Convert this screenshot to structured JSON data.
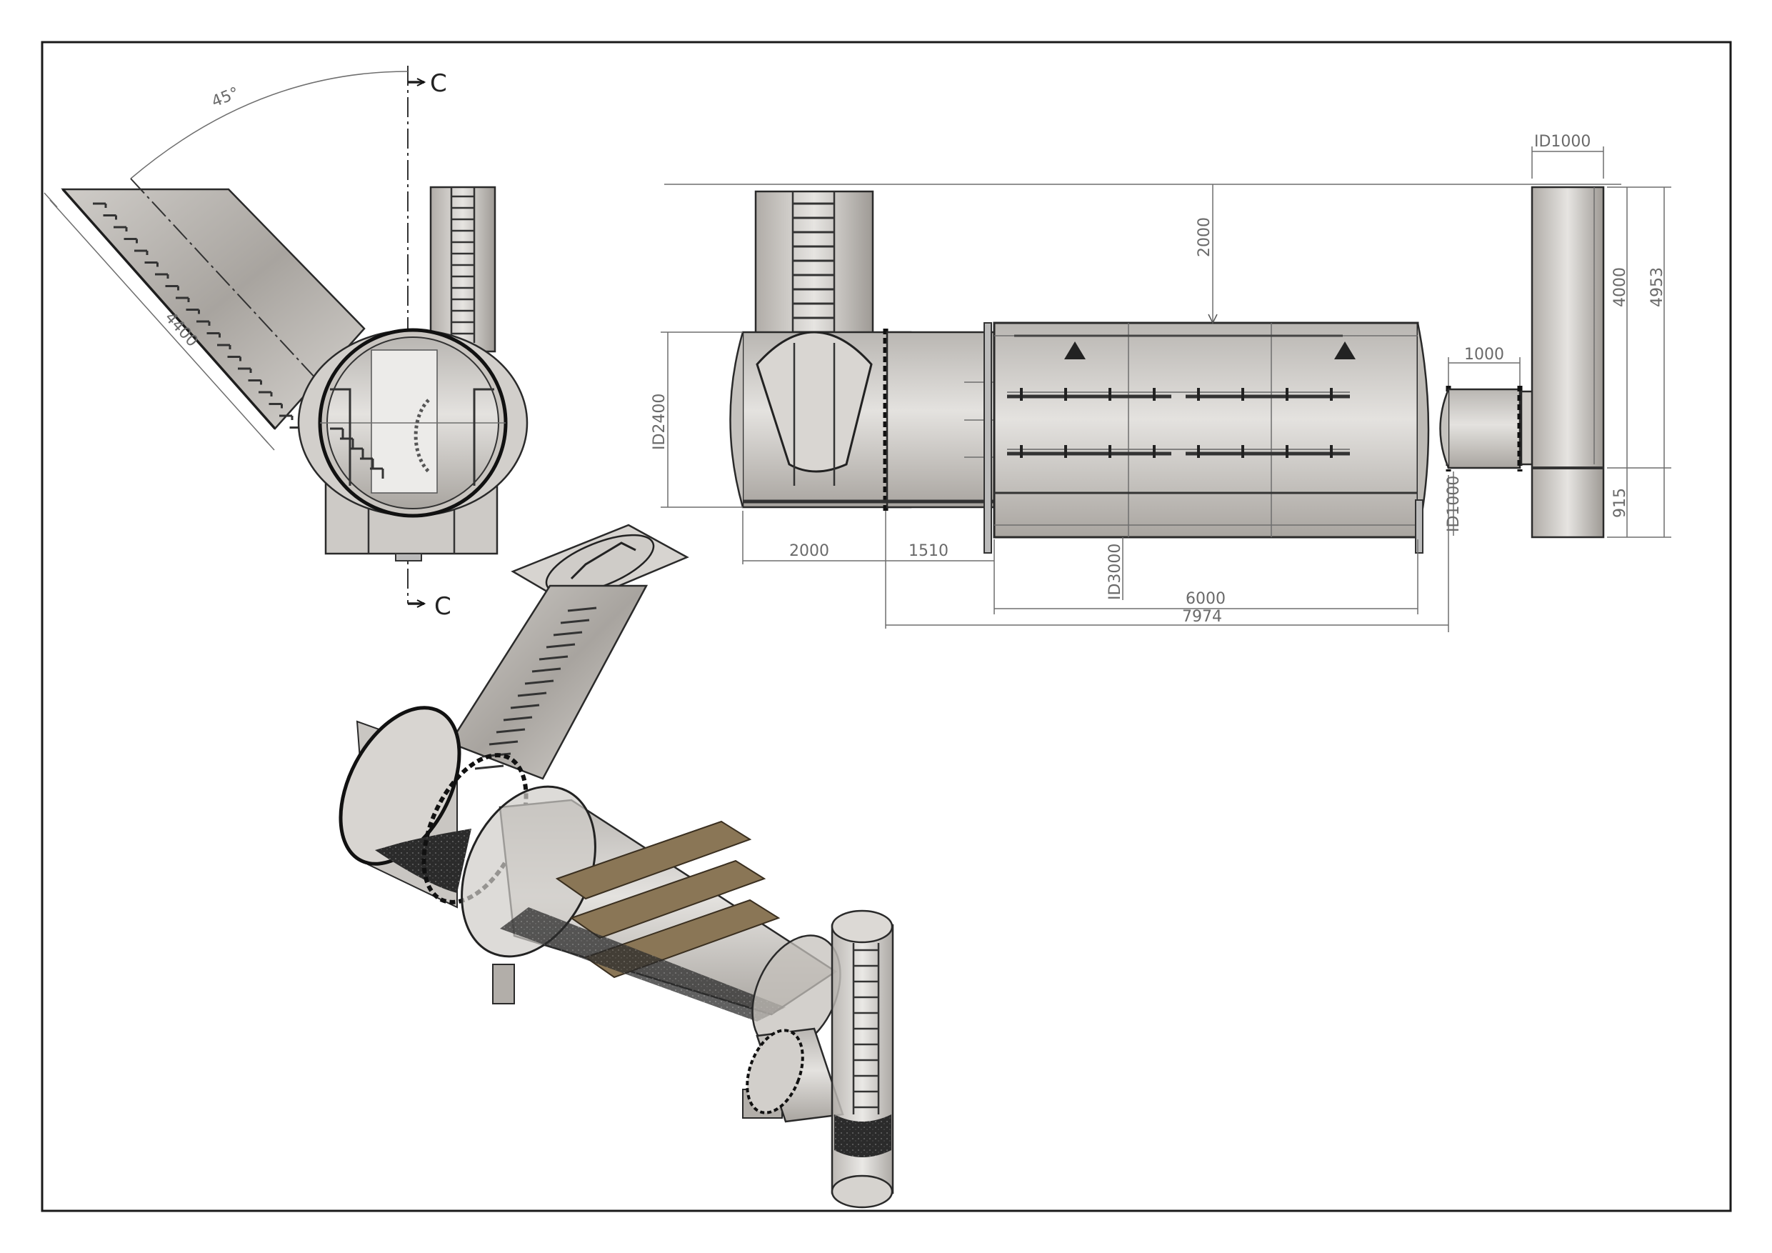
{
  "drawing": {
    "section_marks": {
      "top": "C",
      "bottom": "C"
    },
    "dimensions": {
      "angle": "45°",
      "chute_length": "4400",
      "top_clearance": "2000",
      "outlet_id": "ID1000",
      "shaft_height": "4000",
      "overall_height": "4953",
      "pipe_length": "1000",
      "inlet_id": "ID2400",
      "pipe_id": "ID1000",
      "base_height": "915",
      "inlet_length": "2000",
      "transition_length": "1510",
      "drum_id": "ID3000",
      "drum_length": "6000",
      "overall_length": "7974"
    }
  },
  "colors": {
    "border": "#1a1a1a",
    "steel_light": "#d6d3cf",
    "steel_mid": "#b7b3ae",
    "steel_dark": "#8f8b86",
    "wood": "#8a7656",
    "sludge": "#2a2a2a"
  }
}
